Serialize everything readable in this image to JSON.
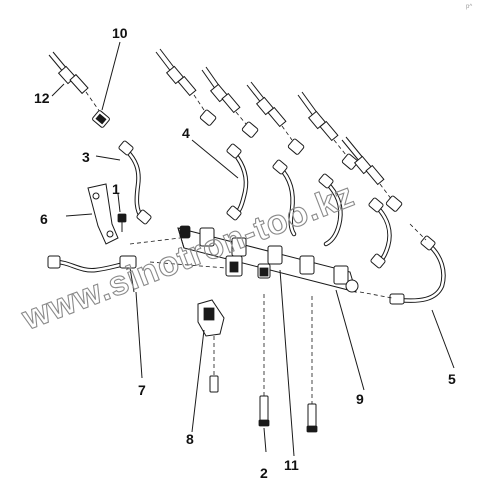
{
  "corner_text": "p^",
  "watermark": "www.sinotron-too.kz",
  "callouts": [
    "1",
    "2",
    "3",
    "4",
    "5",
    "6",
    "7",
    "8",
    "9",
    "10",
    "11",
    "12"
  ]
}
